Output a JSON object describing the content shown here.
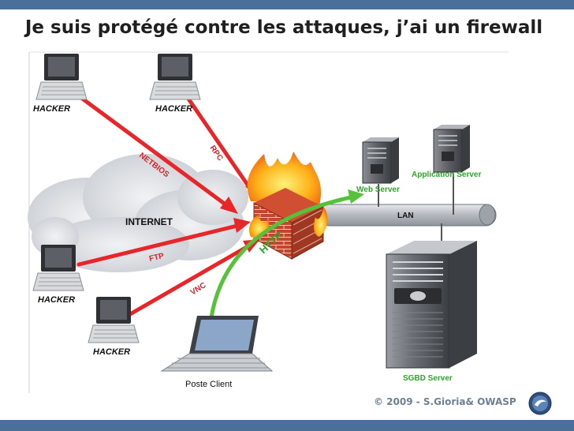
{
  "slide": {
    "title": "Je suis protégé contre les attaques, j’ai un firewall",
    "copyright": "© 2009 - S.Gioria& OWASP"
  },
  "diagram": {
    "hackers": [
      {
        "label": "HACKER"
      },
      {
        "label": "HACKER"
      },
      {
        "label": "HACKER"
      },
      {
        "label": "HACKER"
      }
    ],
    "attacks": [
      {
        "label": "NETBIOS"
      },
      {
        "label": "RPC"
      },
      {
        "label": "FTP"
      },
      {
        "label": "VNC"
      }
    ],
    "http_label": "HTTP",
    "internet_label": "INTERNET",
    "lan_label": "LAN",
    "servers": {
      "web": "Web Server",
      "application": "Application Server",
      "sgbd": "SGBD Server"
    },
    "client_label": "Poste Client",
    "colors": {
      "attack_arrow": "#e8262a",
      "http_arrow": "#55c23a",
      "label_red": "#d9232a",
      "label_green": "#2fa62b",
      "lan_bar": "#b8bcc2",
      "bar_blue": "#4a6f9a"
    }
  }
}
